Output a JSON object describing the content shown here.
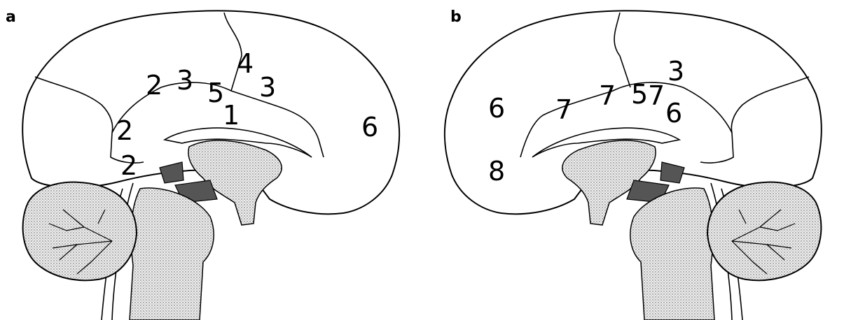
{
  "panels": [
    {
      "letter": "a",
      "labels": [
        "2",
        "3",
        "5",
        "4",
        "3",
        "1",
        "2",
        "2",
        "6"
      ]
    },
    {
      "letter": "b",
      "labels": [
        "3",
        "7",
        "5",
        "7",
        "6",
        "7",
        "6",
        "8"
      ]
    }
  ]
}
